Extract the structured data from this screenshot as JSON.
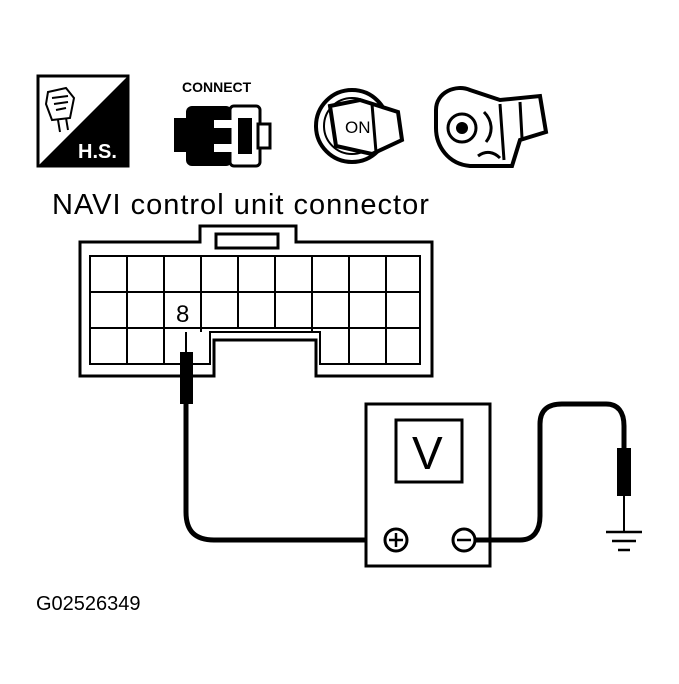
{
  "icons": {
    "hs_label": "H.S.",
    "connect_label": "CONNECT",
    "ignition_label": "ON"
  },
  "diagram": {
    "title": "NAVI control unit connector",
    "pin_label": "8",
    "meter_label": "V",
    "plus_symbol": "⊕",
    "minus_symbol": "⊖"
  },
  "figure_code": "G02526349"
}
